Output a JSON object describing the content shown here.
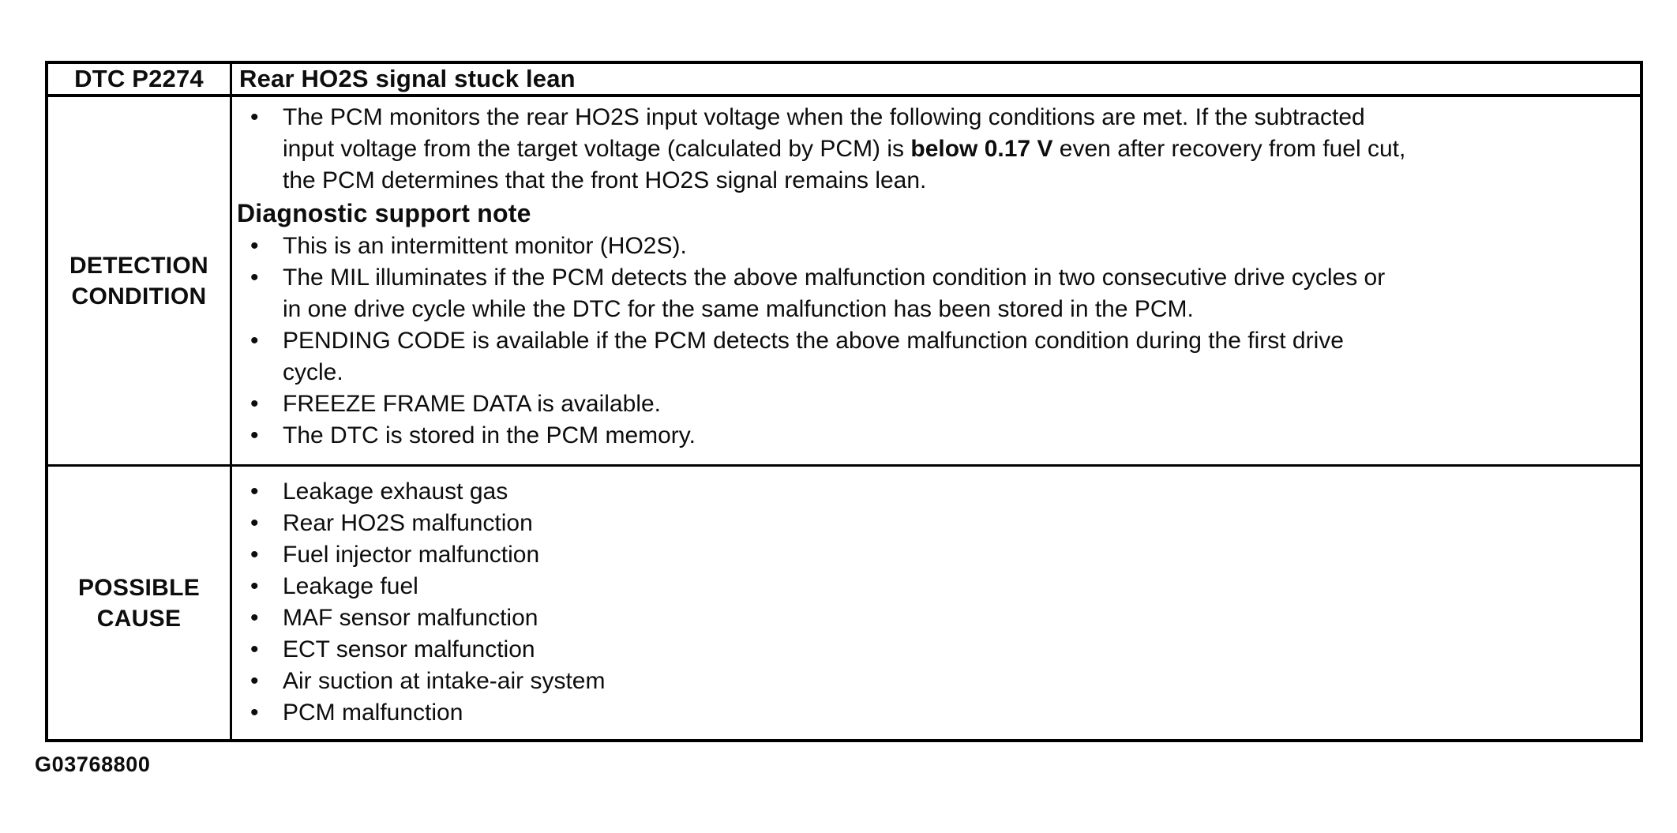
{
  "colors": {
    "ink": "#0d0d0d",
    "paper": "#ffffff"
  },
  "footer": {
    "figure_code": "G03768800"
  },
  "dtc_table": {
    "header": {
      "code": "DTC P2274",
      "description": "Rear HO2S signal stuck lean"
    },
    "detection_condition": {
      "label_lines": [
        "DETECTION",
        "CONDITION"
      ],
      "items": [
        {
          "type": "bullet",
          "segments": [
            {
              "text": "The PCM monitors the rear HO2S input voltage when the following conditions are met. If the subtracted\ninput voltage from the target voltage (calculated by PCM) is "
            },
            {
              "text": "below 0.17 V",
              "bold": true
            },
            {
              "text": " even after recovery from fuel cut,\nthe PCM determines that the front HO2S signal remains lean."
            }
          ]
        },
        {
          "type": "heading",
          "segments": [
            {
              "text": "Diagnostic support note"
            }
          ]
        },
        {
          "type": "bullet",
          "segments": [
            {
              "text": "This is an intermittent monitor (HO2S)."
            }
          ]
        },
        {
          "type": "bullet",
          "segments": [
            {
              "text": "The MIL illuminates if the PCM detects the above malfunction condition in two consecutive drive cycles or\nin one drive cycle while the DTC for the same malfunction has been stored in the PCM."
            }
          ]
        },
        {
          "type": "bullet",
          "segments": [
            {
              "text": "PENDING CODE is available if the PCM detects the above malfunction condition during the first drive\ncycle."
            }
          ]
        },
        {
          "type": "bullet",
          "segments": [
            {
              "text": "FREEZE FRAME DATA is available."
            }
          ]
        },
        {
          "type": "bullet",
          "segments": [
            {
              "text": "The DTC is stored in the PCM memory."
            }
          ]
        }
      ]
    },
    "possible_cause": {
      "label_lines": [
        "POSSIBLE",
        "CAUSE"
      ],
      "items": [
        {
          "type": "bullet",
          "segments": [
            {
              "text": "Leakage exhaust gas"
            }
          ]
        },
        {
          "type": "bullet",
          "segments": [
            {
              "text": "Rear HO2S malfunction"
            }
          ]
        },
        {
          "type": "bullet",
          "segments": [
            {
              "text": "Fuel injector malfunction"
            }
          ]
        },
        {
          "type": "bullet",
          "segments": [
            {
              "text": "Leakage fuel"
            }
          ]
        },
        {
          "type": "bullet",
          "segments": [
            {
              "text": "MAF sensor malfunction"
            }
          ]
        },
        {
          "type": "bullet",
          "segments": [
            {
              "text": "ECT sensor malfunction"
            }
          ]
        },
        {
          "type": "bullet",
          "segments": [
            {
              "text": "Air suction at intake-air system"
            }
          ]
        },
        {
          "type": "bullet",
          "segments": [
            {
              "text": "PCM malfunction"
            }
          ]
        }
      ]
    }
  }
}
